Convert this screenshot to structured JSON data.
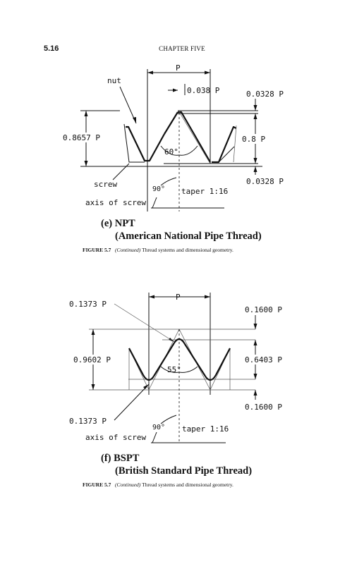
{
  "header": {
    "page_number": "5.16",
    "chapter": "CHAPTER FIVE"
  },
  "figure_e": {
    "labels": {
      "pitch": "P",
      "nut": "nut",
      "flat_width": "0.038 P",
      "crest_trunc_top": "0.0328 P",
      "total_height": "0.8657 P",
      "thread_height": "0.8 P",
      "angle": "60°",
      "screw": "screw",
      "right_angle": "90°",
      "taper": "taper 1:16",
      "crest_trunc_bottom": "0.0328 P",
      "axis": "axis of screw"
    },
    "title_line1": "(e) NPT",
    "title_line2": "(American National Pipe Thread)",
    "caption": {
      "label": "FIGURE 5.7",
      "continued": "(Continued)",
      "text": "Thread systems and dimensional geometry."
    }
  },
  "figure_f": {
    "labels": {
      "root_radius_top": "0.1373 P",
      "pitch": "P",
      "trunc_top": "0.1600 P",
      "total_height": "0.9602 P",
      "thread_height": "0.6403 P",
      "angle": "55°",
      "trunc_bottom": "0.1600 P",
      "root_radius_bottom": "0.1373 P",
      "right_angle": "90°",
      "taper": "taper 1:16",
      "axis": "axis of screw"
    },
    "title_line1": "(f) BSPT",
    "title_line2": "(British Standard Pipe Thread)",
    "caption": {
      "label": "FIGURE 5.7",
      "continued": "(Continued)",
      "text": "Thread systems and dimensional geometry."
    }
  }
}
